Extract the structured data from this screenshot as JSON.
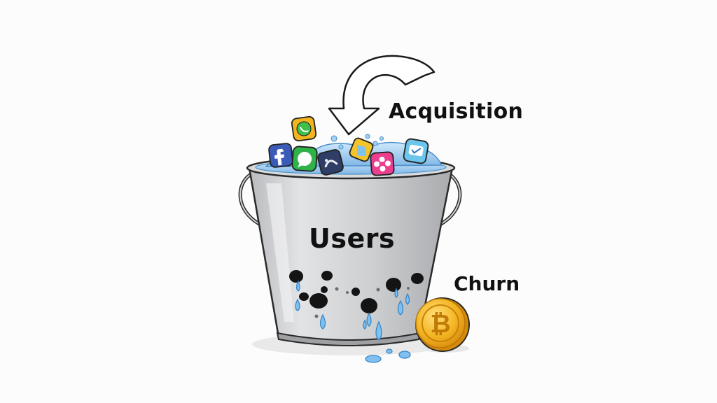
{
  "labels": {
    "acquisition": "Acquisition",
    "users": "Users",
    "churn": "Churn"
  },
  "icons": [
    "whatsapp-icon",
    "facebook-icon",
    "message-bubble-icon",
    "game-controller-icon",
    "tag-icon",
    "flower-icon",
    "chat-check-icon",
    "arrow-icon",
    "bitcoin-icon"
  ],
  "colors": {
    "bucket": "#c9cbcd",
    "water": "#8fc3ee",
    "coin": "#f2b21c",
    "text": "#111111"
  }
}
